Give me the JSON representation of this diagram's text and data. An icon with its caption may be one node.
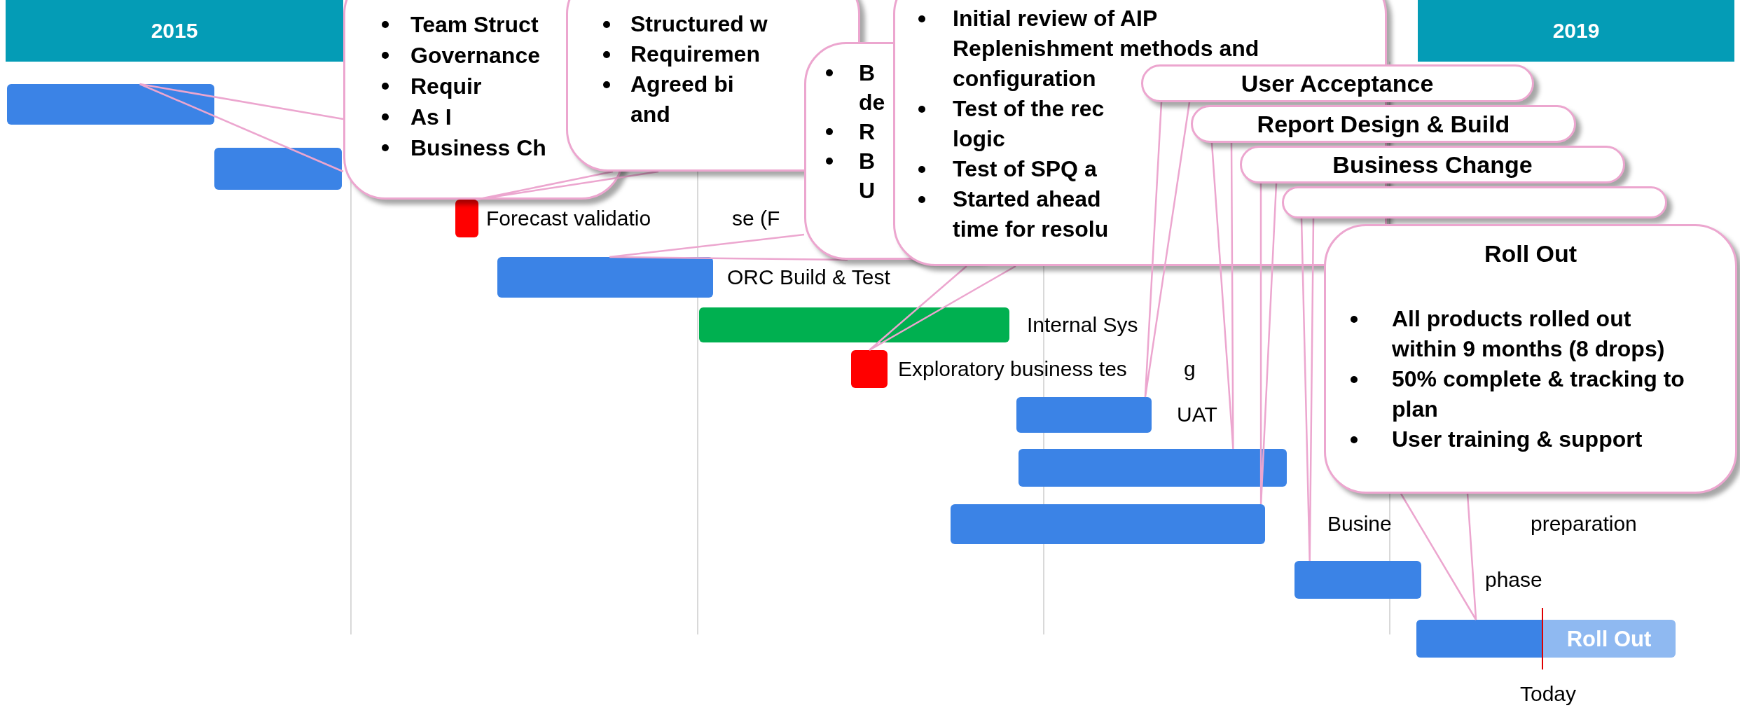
{
  "diagram": {
    "nodes": [
      {
        "text": [],
        "shape": "bar"
      },
      {
        "text": [],
        "shape": "bar"
      },
      {
        "text": [],
        "shape": "bar",
        "beside": [
          "Forecast validatio"
        ]
      },
      {
        "text": [],
        "shape": "bar",
        "beside": [
          "ORC Build & Test"
        ]
      },
      {
        "text": [],
        "shape": "bar",
        "beside": [
          "Internal Sys"
        ]
      },
      {
        "text": [],
        "shape": "bar",
        "beside": [
          "Exploratory business tes"
        ]
      },
      {
        "text": [],
        "shape": "bar",
        "beside": [
          "UAT"
        ]
      },
      {
        "text": [],
        "shape": "bar"
      },
      {
        "text": [],
        "shape": "bar"
      },
      {
        "text": [],
        "shape": "bar"
      },
      {
        "text": [
          "Roll Out"
        ]
      },
      {
        "text": [
          "Team Struct",
          "Governance",
          "Requir",
          "As I",
          "Business Ch"
        ]
      },
      {
        "text": [
          "Structured w",
          "Requiremen",
          "Agreed bi and"
        ]
      },
      {
        "text": [
          "B de",
          "R",
          "B U"
        ]
      },
      {
        "text": [
          "Initial review of AIP Replenishment methods and configuration",
          "Test of the rec logic",
          "Test of SPQ a",
          "Started ahead time for resolu"
        ]
      },
      {
        "text": [
          "User Acceptance"
        ]
      },
      {
        "text": [
          "Report Design & Build"
        ]
      },
      {
        "text": [
          "Business Change"
        ]
      },
      {
        "text": [],
        "shape": "box"
      },
      {
        "text": [
          "Roll Out",
          "All products rolled out within 9 months (8 drops)",
          "50% complete & tracking to plan",
          "User training & support"
        ]
      }
    ],
    "edges": [
      {
        "from": 11,
        "to": 0,
        "arrow": "none"
      },
      {
        "from": 12,
        "to": 2,
        "arrow": "none"
      },
      {
        "from": 13,
        "to": 3,
        "arrow": "none"
      },
      {
        "from": 14,
        "to": 5,
        "arrow": "none"
      },
      {
        "from": 15,
        "to": 6,
        "arrow": "none"
      },
      {
        "from": 16,
        "to": 7,
        "arrow": "none"
      },
      {
        "from": 17,
        "to": 8,
        "arrow": "none"
      },
      {
        "from": 18,
        "to": 9,
        "arrow": "none"
      },
      {
        "from": 19,
        "to": 10,
        "arrow": "none"
      }
    ],
    "labels": [
      "2015",
      "2019",
      "se (F",
      "g",
      "Busine",
      "preparation",
      "phase",
      "Today"
    ]
  }
}
